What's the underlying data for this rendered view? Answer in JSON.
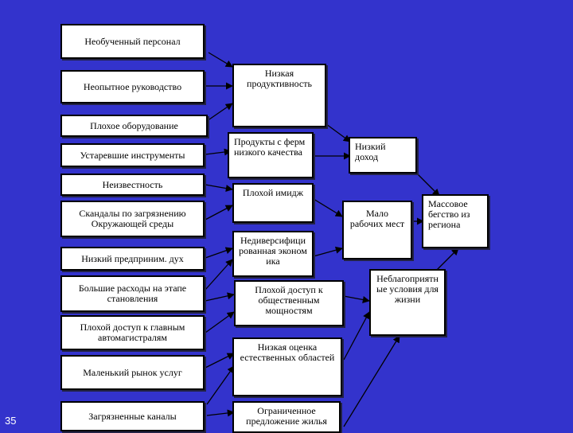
{
  "causes": [
    "Необученный персонал",
    "Неопытное руководство",
    "Плохое оборудование",
    "Устаревшие инструменты",
    "Неизвестность",
    "Скандалы по загрязнению Окружающей среды",
    "Низкий предприним. дух",
    "Большие расходы на этапе становления",
    "Плохой доступ к главным автомагистралям",
    "Маленький рынок услуг",
    "Загрязненные каналы"
  ],
  "effects": [
    "Низкая продуктивность",
    "Продукты с ферм низкого качества",
    "Плохой имидж",
    "Недиверсифицированная экономика",
    "Плохой доступ к общественным мощностям",
    "Низкая оценка естественных областей",
    "Ограниченное предложение жилья"
  ],
  "results": [
    "Низкий доход",
    "Мало рабочих мест",
    "Неблагоприятные условия для жизни"
  ],
  "final": "Массовое бегство из региона",
  "page_number": "35",
  "colors": {
    "background": "#3333cc",
    "box": "#ffffff",
    "border": "#000000"
  }
}
